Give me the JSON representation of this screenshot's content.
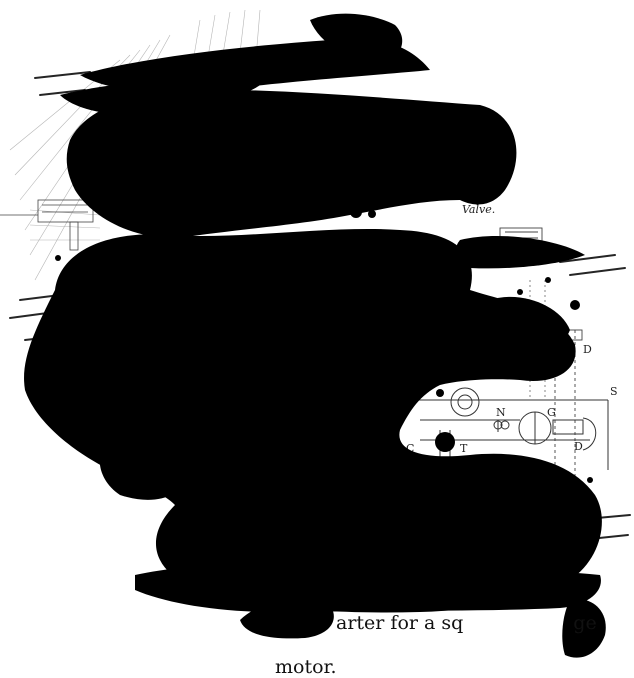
{
  "caption": {
    "line1_fragment_a": "arter for a sq",
    "line1_fragment_b": "ge",
    "line2": "motor."
  },
  "diagram_labels": {
    "valve": "Valve.",
    "d_upper": "D",
    "s": "S",
    "n": "N",
    "g": "G",
    "c": "C",
    "t": "T",
    "d_lower": "D"
  },
  "colors": {
    "ink": "#000000",
    "paper": "#ffffff",
    "line_art": "#444444"
  }
}
